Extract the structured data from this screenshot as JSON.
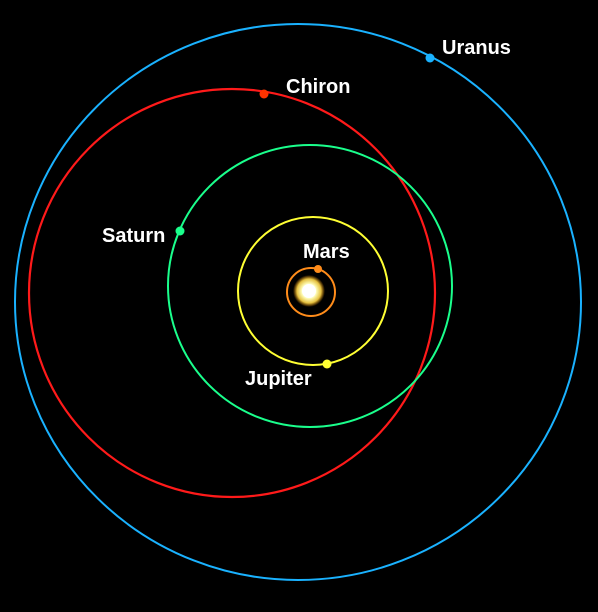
{
  "diagram": {
    "background": "#000000",
    "sun": {
      "name": "sun",
      "color": "#fff8b0"
    },
    "orbits": [
      {
        "key": "mars",
        "label": "Mars",
        "color": "#ff8c1a"
      },
      {
        "key": "jupiter",
        "label": "Jupiter",
        "color": "#ffff33"
      },
      {
        "key": "saturn",
        "label": "Saturn",
        "color": "#1aff8c"
      },
      {
        "key": "chiron",
        "label": "Chiron",
        "color": "#ff1a1a",
        "planet_color": "#ff3300"
      },
      {
        "key": "uranus",
        "label": "Uranus",
        "color": "#1ab2ff"
      }
    ]
  }
}
